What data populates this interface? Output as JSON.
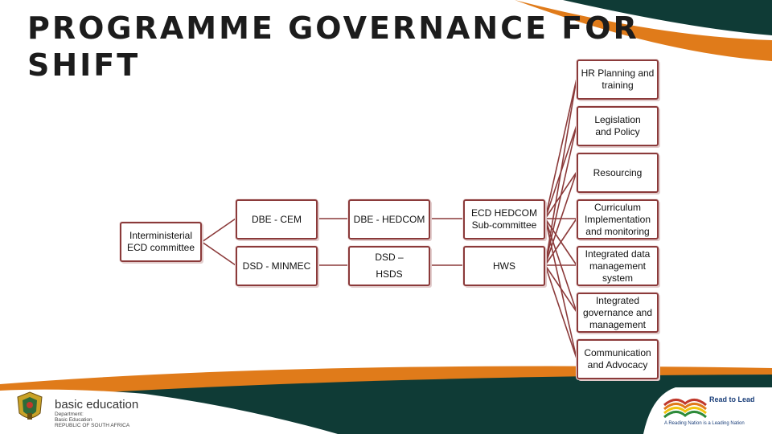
{
  "title": "PROGRAMME GOVERNANCE FOR SHIFT",
  "colors": {
    "connector": "#8b3a3a",
    "teal": "#0f3b36",
    "orange": "#e07b1a"
  },
  "boxes": {
    "interministerial": "Interministerial ECD committee",
    "dbe_cem": "DBE - CEM",
    "dsd_minmec": "DSD - MINMEC",
    "dbe_hedcom": "DBE - HEDCOM",
    "dsd_hsds": "DSD – HSDS",
    "ecd_hedcom": "ECD HEDCOM Sub-committee",
    "hws": "HWS"
  },
  "workstreams": [
    "HR Planning and training",
    "Legislation and Policy",
    "Resourcing",
    "Curriculum Implementation and monitoring",
    "Integrated data management system",
    "Integrated governance and management",
    "Communication and Advocacy"
  ],
  "footer": {
    "dept_name": "basic education",
    "dept_line1": "Department:",
    "dept_line2": "Basic Education",
    "dept_line3": "REPUBLIC OF SOUTH AFRICA",
    "read_title": "Read to Lead",
    "read_tagline": "A Reading Nation is a Leading Nation",
    "icons": [
      "coat-of-arms-icon",
      "open-book-icon"
    ]
  }
}
